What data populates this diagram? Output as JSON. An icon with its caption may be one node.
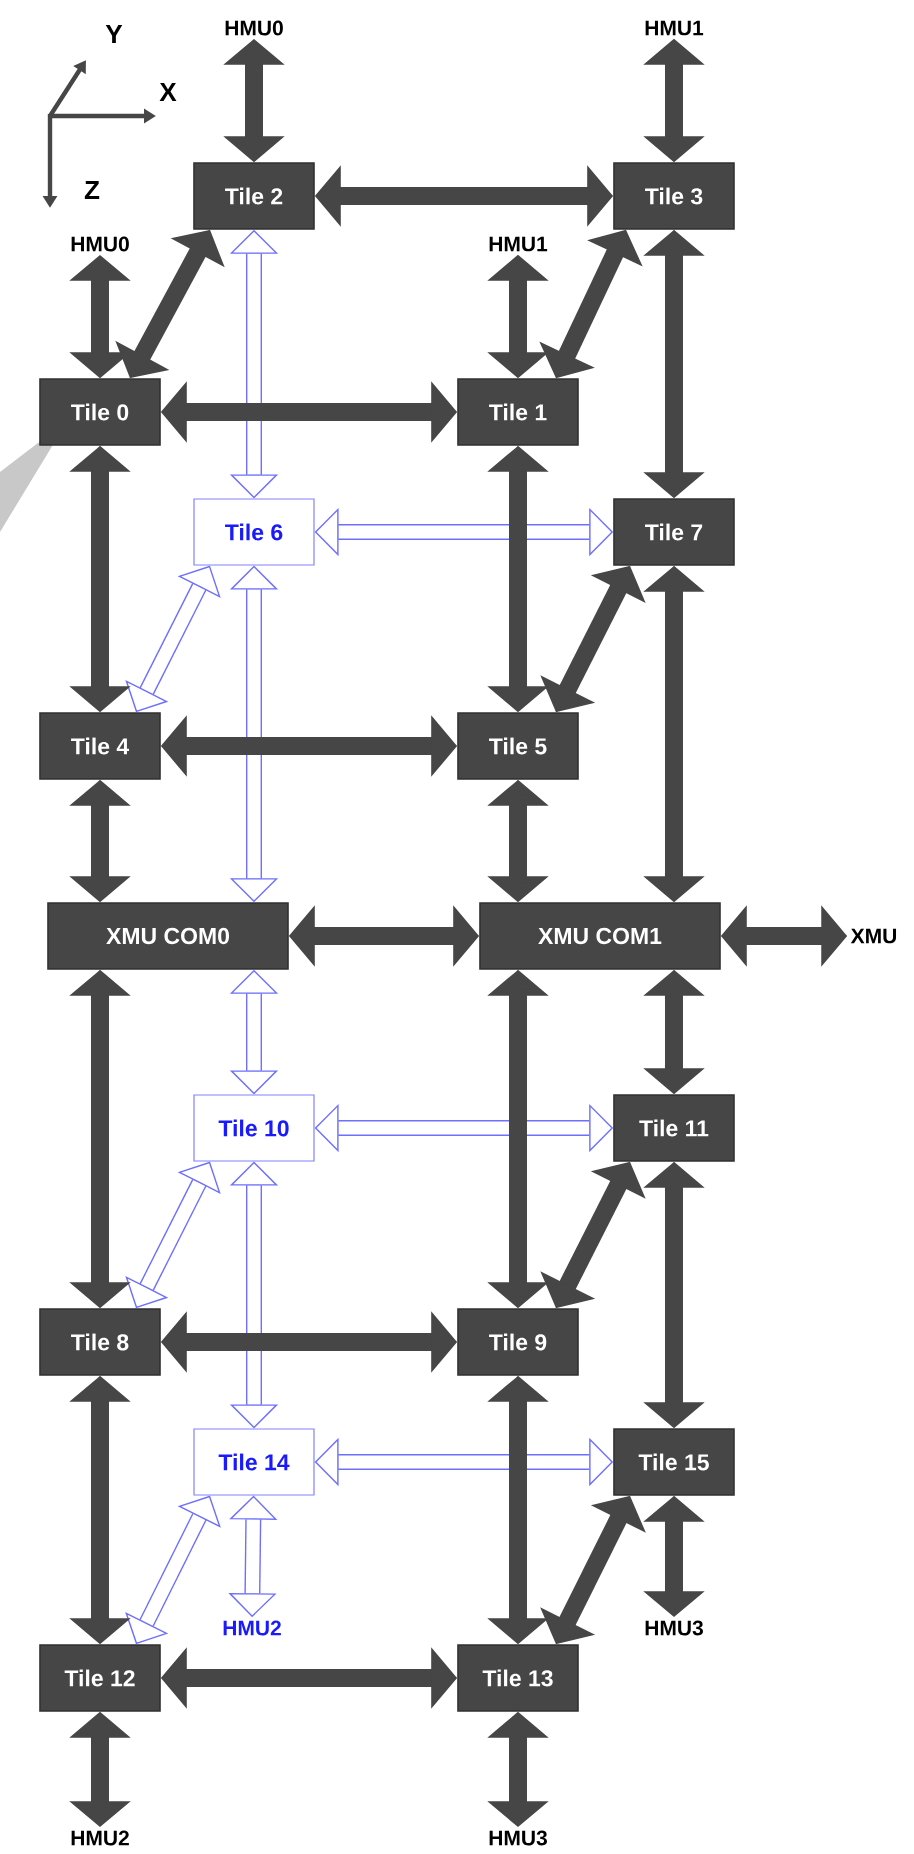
{
  "diagram": {
    "nodes": [
      {
        "text": [
          "HMU0"
        ]
      },
      {
        "text": [
          "HMU1"
        ]
      },
      {
        "text": [
          "Tile 2"
        ]
      },
      {
        "text": [
          "Tile 3"
        ]
      },
      {
        "text": [
          "HMU0"
        ]
      },
      {
        "text": [
          "HMU1"
        ]
      },
      {
        "text": [
          "Tile 0"
        ]
      },
      {
        "text": [
          "Tile 1"
        ]
      },
      {
        "text": [
          "Tile 6"
        ]
      },
      {
        "text": [
          "Tile 7"
        ]
      },
      {
        "text": [
          "Tile 4"
        ]
      },
      {
        "text": [
          "Tile 5"
        ]
      },
      {
        "text": [
          "XMU COM0"
        ]
      },
      {
        "text": [
          "XMU COM1"
        ]
      },
      {
        "text": [
          "XMU"
        ]
      },
      {
        "text": [
          "Tile 10"
        ]
      },
      {
        "text": [
          "Tile 11"
        ]
      },
      {
        "text": [
          "Tile 8"
        ]
      },
      {
        "text": [
          "Tile 9"
        ]
      },
      {
        "text": [
          "Tile 14"
        ]
      },
      {
        "text": [
          "Tile 15"
        ]
      },
      {
        "text": [
          "HMU2"
        ]
      },
      {
        "text": [
          "HMU3"
        ]
      },
      {
        "text": [
          "Tile 12"
        ]
      },
      {
        "text": [
          "Tile 13"
        ]
      },
      {
        "text": [
          "HMU2"
        ]
      },
      {
        "text": [
          "HMU3"
        ]
      }
    ],
    "edges": [
      {
        "from": 0,
        "to": 2,
        "arrow": "both"
      },
      {
        "from": 1,
        "to": 3,
        "arrow": "both"
      },
      {
        "from": 2,
        "to": 3,
        "arrow": "both"
      },
      {
        "from": 4,
        "to": 6,
        "arrow": "both"
      },
      {
        "from": 5,
        "to": 7,
        "arrow": "both"
      },
      {
        "from": 6,
        "to": 2,
        "arrow": "both"
      },
      {
        "from": 7,
        "to": 3,
        "arrow": "both"
      },
      {
        "from": 6,
        "to": 7,
        "arrow": "both"
      },
      {
        "from": 3,
        "to": 9,
        "arrow": "both"
      },
      {
        "from": 6,
        "to": 10,
        "arrow": "both"
      },
      {
        "from": 7,
        "to": 11,
        "arrow": "both"
      },
      {
        "from": 9,
        "to": 11,
        "arrow": "both"
      },
      {
        "from": 10,
        "to": 11,
        "arrow": "both"
      },
      {
        "from": 10,
        "to": 12,
        "arrow": "both"
      },
      {
        "from": 11,
        "to": 13,
        "arrow": "both"
      },
      {
        "from": 9,
        "to": 13,
        "arrow": "both"
      },
      {
        "from": 12,
        "to": 13,
        "arrow": "both"
      },
      {
        "from": 13,
        "to": 14,
        "arrow": "both"
      },
      {
        "from": 12,
        "to": 17,
        "arrow": "both"
      },
      {
        "from": 13,
        "to": 18,
        "arrow": "both"
      },
      {
        "from": 13,
        "to": 16,
        "arrow": "both"
      },
      {
        "from": 16,
        "to": 18,
        "arrow": "both"
      },
      {
        "from": 17,
        "to": 18,
        "arrow": "both"
      },
      {
        "from": 17,
        "to": 23,
        "arrow": "both"
      },
      {
        "from": 18,
        "to": 24,
        "arrow": "both"
      },
      {
        "from": 16,
        "to": 20,
        "arrow": "both"
      },
      {
        "from": 20,
        "to": 24,
        "arrow": "both"
      },
      {
        "from": 20,
        "to": 22,
        "arrow": "both"
      },
      {
        "from": 23,
        "to": 24,
        "arrow": "both"
      },
      {
        "from": 23,
        "to": 25,
        "arrow": "both"
      },
      {
        "from": 24,
        "to": 26,
        "arrow": "both"
      },
      {
        "from": 2,
        "to": 8,
        "arrow": "both",
        "color": "#6f6fff"
      },
      {
        "from": 8,
        "to": 9,
        "arrow": "both",
        "color": "#6f6fff"
      },
      {
        "from": 8,
        "to": 10,
        "arrow": "both",
        "color": "#6f6fff"
      },
      {
        "from": 8,
        "to": 12,
        "arrow": "both",
        "color": "#6f6fff"
      },
      {
        "from": 12,
        "to": 15,
        "arrow": "both",
        "color": "#6f6fff"
      },
      {
        "from": 15,
        "to": 16,
        "arrow": "both",
        "color": "#6f6fff"
      },
      {
        "from": 15,
        "to": 17,
        "arrow": "both",
        "color": "#6f6fff"
      },
      {
        "from": 15,
        "to": 19,
        "arrow": "both",
        "color": "#6f6fff"
      },
      {
        "from": 19,
        "to": 20,
        "arrow": "both",
        "color": "#6f6fff"
      },
      {
        "from": 19,
        "to": 23,
        "arrow": "both",
        "color": "#6f6fff"
      },
      {
        "from": 19,
        "to": 21,
        "arrow": "both",
        "color": "#6f6fff"
      }
    ],
    "labels": [
      "Y",
      "X",
      "Z"
    ]
  }
}
